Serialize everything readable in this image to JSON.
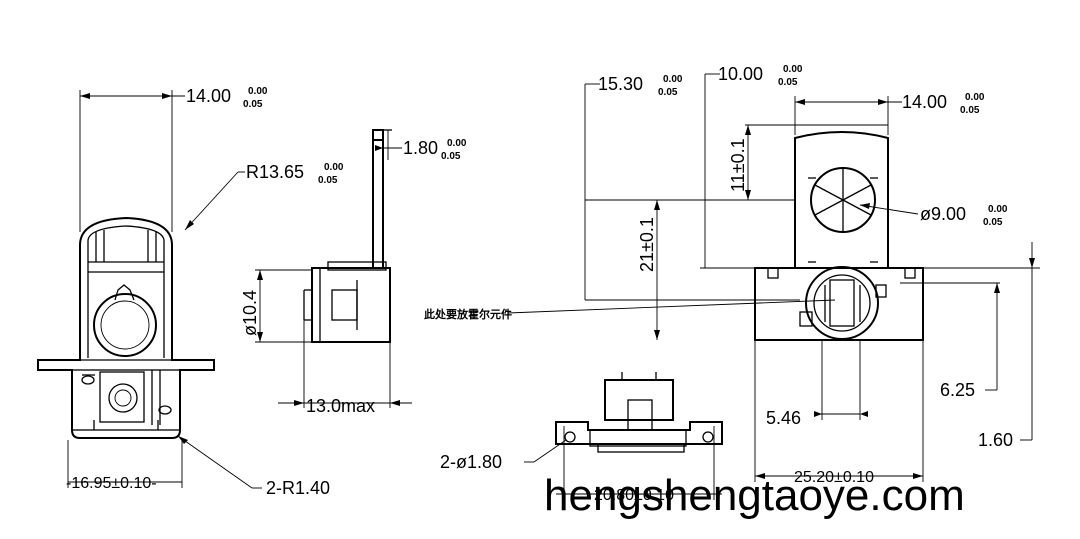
{
  "dimensions": {
    "d1_main": "14.00",
    "d1_sup": "0.00",
    "d1_sub": "0.05",
    "d2_main": "R13.65",
    "d2_sup": "0.00",
    "d2_sub": "0.05",
    "d3": "-16.95±0.10-",
    "d4": "2-R1.40",
    "d5_main": "1.80",
    "d5_sup": "0.00",
    "d5_sub": "0.05",
    "d6": "ø10.4",
    "d7": "13.0max",
    "d8": "2-ø1.80",
    "d9": "20.80±0.10",
    "d10_main": "15.30",
    "d10_sup": "0.00",
    "d10_sub": "0.05",
    "d11_main": "10.00",
    "d11_sup": "0.00",
    "d11_sub": "0.05",
    "d12_main": "14.00",
    "d12_sup": "0.00",
    "d12_sub": "0.05",
    "d13": "11±0.1",
    "d14": "21±0.1",
    "d15_main": "ø9.00",
    "d15_sup": "0.00",
    "d15_sub": "0.05",
    "d16": "6.25",
    "d17": "5.46",
    "d18": "1.60",
    "d19": "25.20±0.10"
  },
  "note": "此处要放霍尔元件",
  "watermark": "hengshengtaoye.com"
}
